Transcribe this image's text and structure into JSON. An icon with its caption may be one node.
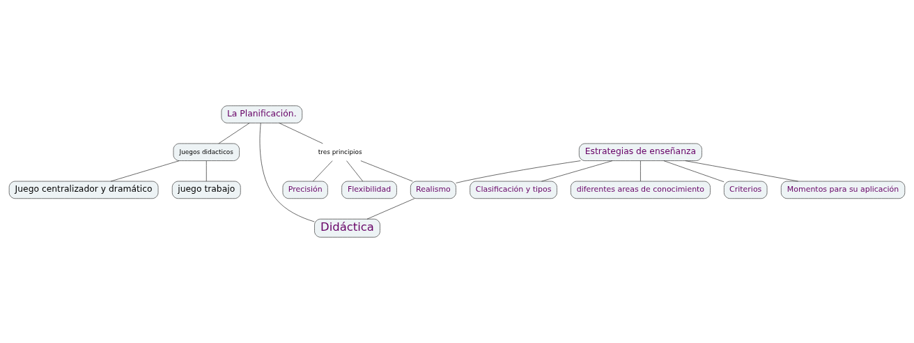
{
  "diagram": {
    "nodes": [
      {
        "text": [
          "La Planificación."
        ]
      },
      {
        "text": [
          "tres principios"
        ]
      },
      {
        "text": [
          "Estrategias de enseñanza"
        ]
      },
      {
        "text": [
          "Juegos didacticos"
        ]
      },
      {
        "text": [
          "Precisión"
        ]
      },
      {
        "text": [
          "Flexibilidad"
        ]
      },
      {
        "text": [
          "Realismo"
        ]
      },
      {
        "text": [
          "Criterios"
        ]
      },
      {
        "text": [
          "Didáctica"
        ]
      },
      {
        "text": [
          "Momentos para su aplicación"
        ]
      },
      {
        "text": [
          "juego trabajo"
        ]
      },
      {
        "text": [
          "Clasificación y tipos"
        ]
      },
      {
        "text": [
          "Juego centralizador y dramático"
        ]
      },
      {
        "text": [
          "diferentes areas de conocimiento"
        ]
      }
    ],
    "edges": [
      {
        "from": 0,
        "to": 1,
        "arrow": "none"
      },
      {
        "from": 1,
        "to": 4,
        "arrow": "none"
      },
      {
        "from": 1,
        "to": 5,
        "arrow": "none"
      },
      {
        "from": 1,
        "to": 6,
        "arrow": "none"
      },
      {
        "from": 0,
        "to": 3,
        "arrow": "none"
      },
      {
        "from": 0,
        "to": 8,
        "arrow": "none"
      },
      {
        "from": 3,
        "to": 10,
        "arrow": "none"
      },
      {
        "from": 3,
        "to": 12,
        "arrow": "none"
      },
      {
        "from": 6,
        "to": 8,
        "arrow": "none"
      },
      {
        "from": 2,
        "to": 6,
        "arrow": "none"
      },
      {
        "from": 2,
        "to": 11,
        "arrow": "none"
      },
      {
        "from": 2,
        "to": 13,
        "arrow": "none"
      },
      {
        "from": 2,
        "to": 9,
        "arrow": "none"
      },
      {
        "from": 2,
        "to": 7,
        "arrow": "none"
      }
    ]
  }
}
